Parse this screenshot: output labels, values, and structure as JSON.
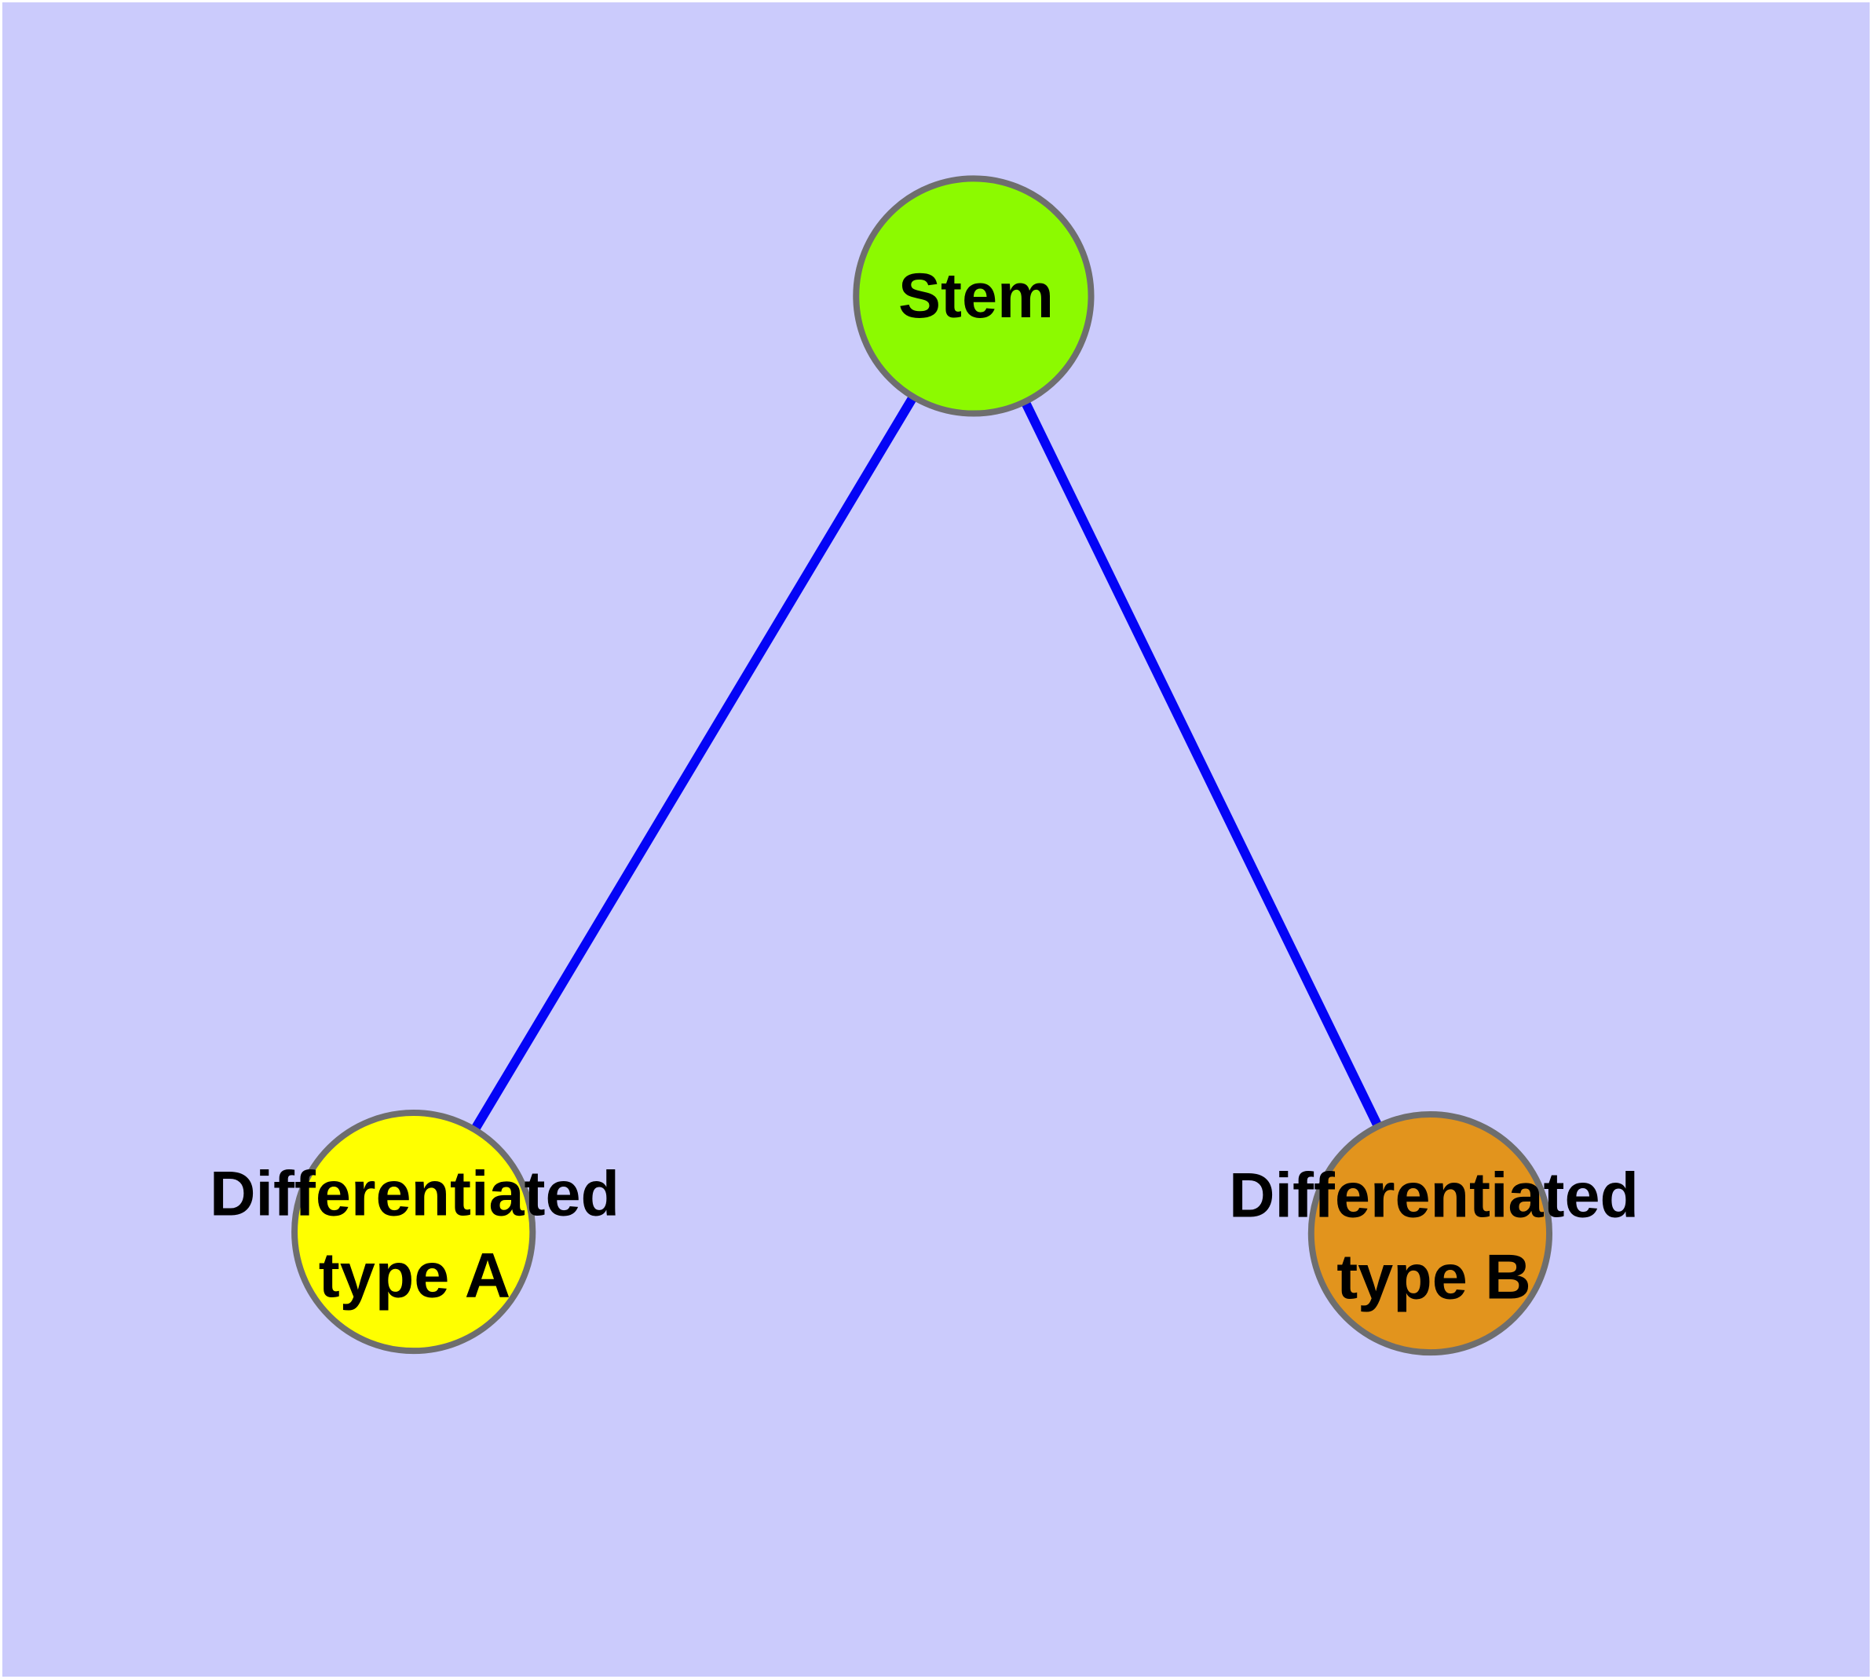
{
  "diagram": {
    "type": "graph",
    "colors": {
      "background": "#cbcbfc",
      "frame": "#ffffff",
      "text": "#000000",
      "node_border": "#6e6e6e",
      "edge": "#0404f6"
    },
    "nodes": [
      {
        "id": "stem",
        "label": "Stem",
        "fill": "#8cfa00"
      },
      {
        "id": "diff_a",
        "label": "Differentiated\ntype A",
        "fill": "#ffff00"
      },
      {
        "id": "diff_b",
        "label": "Differentiated\ntype B",
        "fill": "#e2941d"
      }
    ],
    "edges": [
      {
        "from": "stem",
        "to": "diff_a"
      },
      {
        "from": "stem",
        "to": "diff_b"
      }
    ]
  }
}
